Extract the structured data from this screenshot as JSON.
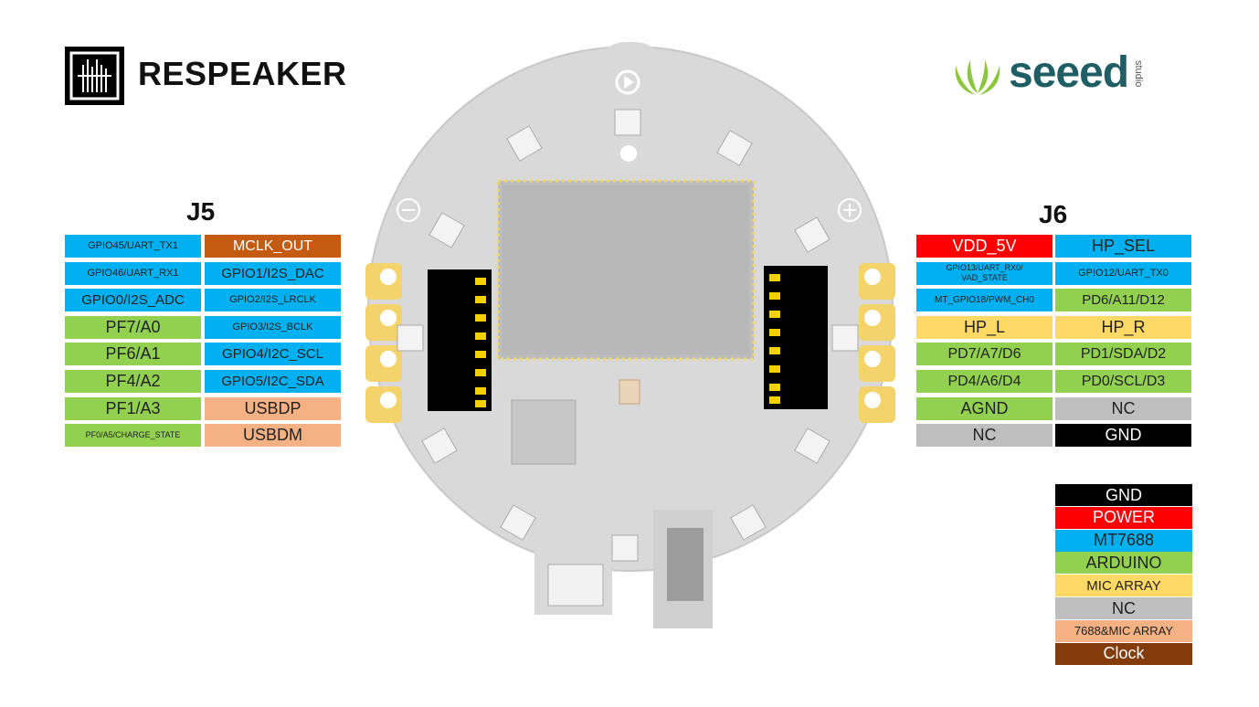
{
  "brand": {
    "name": "RESPEAKER",
    "partner": "seeed",
    "partner_sub": "studio"
  },
  "colors": {
    "gnd": "#000000",
    "power": "#ff0000",
    "mt7688": "#00b0f0",
    "arduino": "#92d050",
    "mic_array": "#ffd966",
    "nc": "#bfbfbf",
    "mix": "#f4b183",
    "clock": "#c55a11",
    "legend_clock": "#843c0c"
  },
  "j5": {
    "title": "J5",
    "rows": [
      [
        {
          "label": "GPIO45/UART_TX1",
          "type": "mt7688"
        },
        {
          "label": "MCLK_OUT",
          "type": "clock"
        }
      ],
      [
        {
          "label": "GPIO46/UART_RX1",
          "type": "mt7688"
        },
        {
          "label": "GPIO1/I2S_DAC",
          "type": "mt7688"
        }
      ],
      [
        {
          "label": "GPIO0/I2S_ADC",
          "type": "mt7688"
        },
        {
          "label": "GPIO2/I2S_LRCLK",
          "type": "mt7688"
        }
      ],
      [
        {
          "label": "PF7/A0",
          "type": "arduino"
        },
        {
          "label": "GPIO3/I2S_BCLK",
          "type": "mt7688"
        }
      ],
      [
        {
          "label": "PF6/A1",
          "type": "arduino"
        },
        {
          "label": "GPIO4/I2C_SCL",
          "type": "mt7688"
        }
      ],
      [
        {
          "label": "PF4/A2",
          "type": "arduino"
        },
        {
          "label": "GPIO5/I2C_SDA",
          "type": "mt7688"
        }
      ],
      [
        {
          "label": "PF1/A3",
          "type": "arduino"
        },
        {
          "label": "USBDP",
          "type": "mix"
        }
      ],
      [
        {
          "label": "PF0/A5/CHARGE_STATE",
          "type": "arduino"
        },
        {
          "label": "USBDM",
          "type": "mix"
        }
      ]
    ]
  },
  "j6": {
    "title": "J6",
    "rows": [
      [
        {
          "label": "VDD_5V",
          "type": "power"
        },
        {
          "label": "HP_SEL",
          "type": "mt7688"
        }
      ],
      [
        {
          "label": "GPIO13/UART_RX0/",
          "label2": "VAD_STATE",
          "type": "mt7688"
        },
        {
          "label": "GPIO12/UART_TX0",
          "type": "mt7688"
        }
      ],
      [
        {
          "label": "MT_GPIO18/PWM_CH0",
          "type": "mt7688"
        },
        {
          "label": "PD6/A11/D12",
          "type": "arduino"
        }
      ],
      [
        {
          "label": "HP_L",
          "type": "mic_array"
        },
        {
          "label": "HP_R",
          "type": "mic_array"
        }
      ],
      [
        {
          "label": "PD7/A7/D6",
          "type": "arduino"
        },
        {
          "label": "PD1/SDA/D2",
          "type": "arduino"
        }
      ],
      [
        {
          "label": "PD4/A6/D4",
          "type": "arduino"
        },
        {
          "label": "PD0/SCL/D3",
          "type": "arduino"
        }
      ],
      [
        {
          "label": "AGND",
          "type": "arduino"
        },
        {
          "label": "NC",
          "type": "nc"
        }
      ],
      [
        {
          "label": "NC",
          "type": "nc"
        },
        {
          "label": "GND",
          "type": "gnd"
        }
      ]
    ]
  },
  "legend": [
    {
      "label": "GND",
      "type": "gnd"
    },
    {
      "label": "POWER",
      "type": "power"
    },
    {
      "label": "MT7688",
      "type": "mt7688"
    },
    {
      "label": "ARDUINO",
      "type": "arduino"
    },
    {
      "label": "MIC ARRAY",
      "type": "mic_array"
    },
    {
      "label": "NC",
      "type": "nc"
    },
    {
      "label": "7688&MIC ARRAY",
      "type": "mix"
    },
    {
      "label": "Clock",
      "type": "legend_clock"
    }
  ]
}
